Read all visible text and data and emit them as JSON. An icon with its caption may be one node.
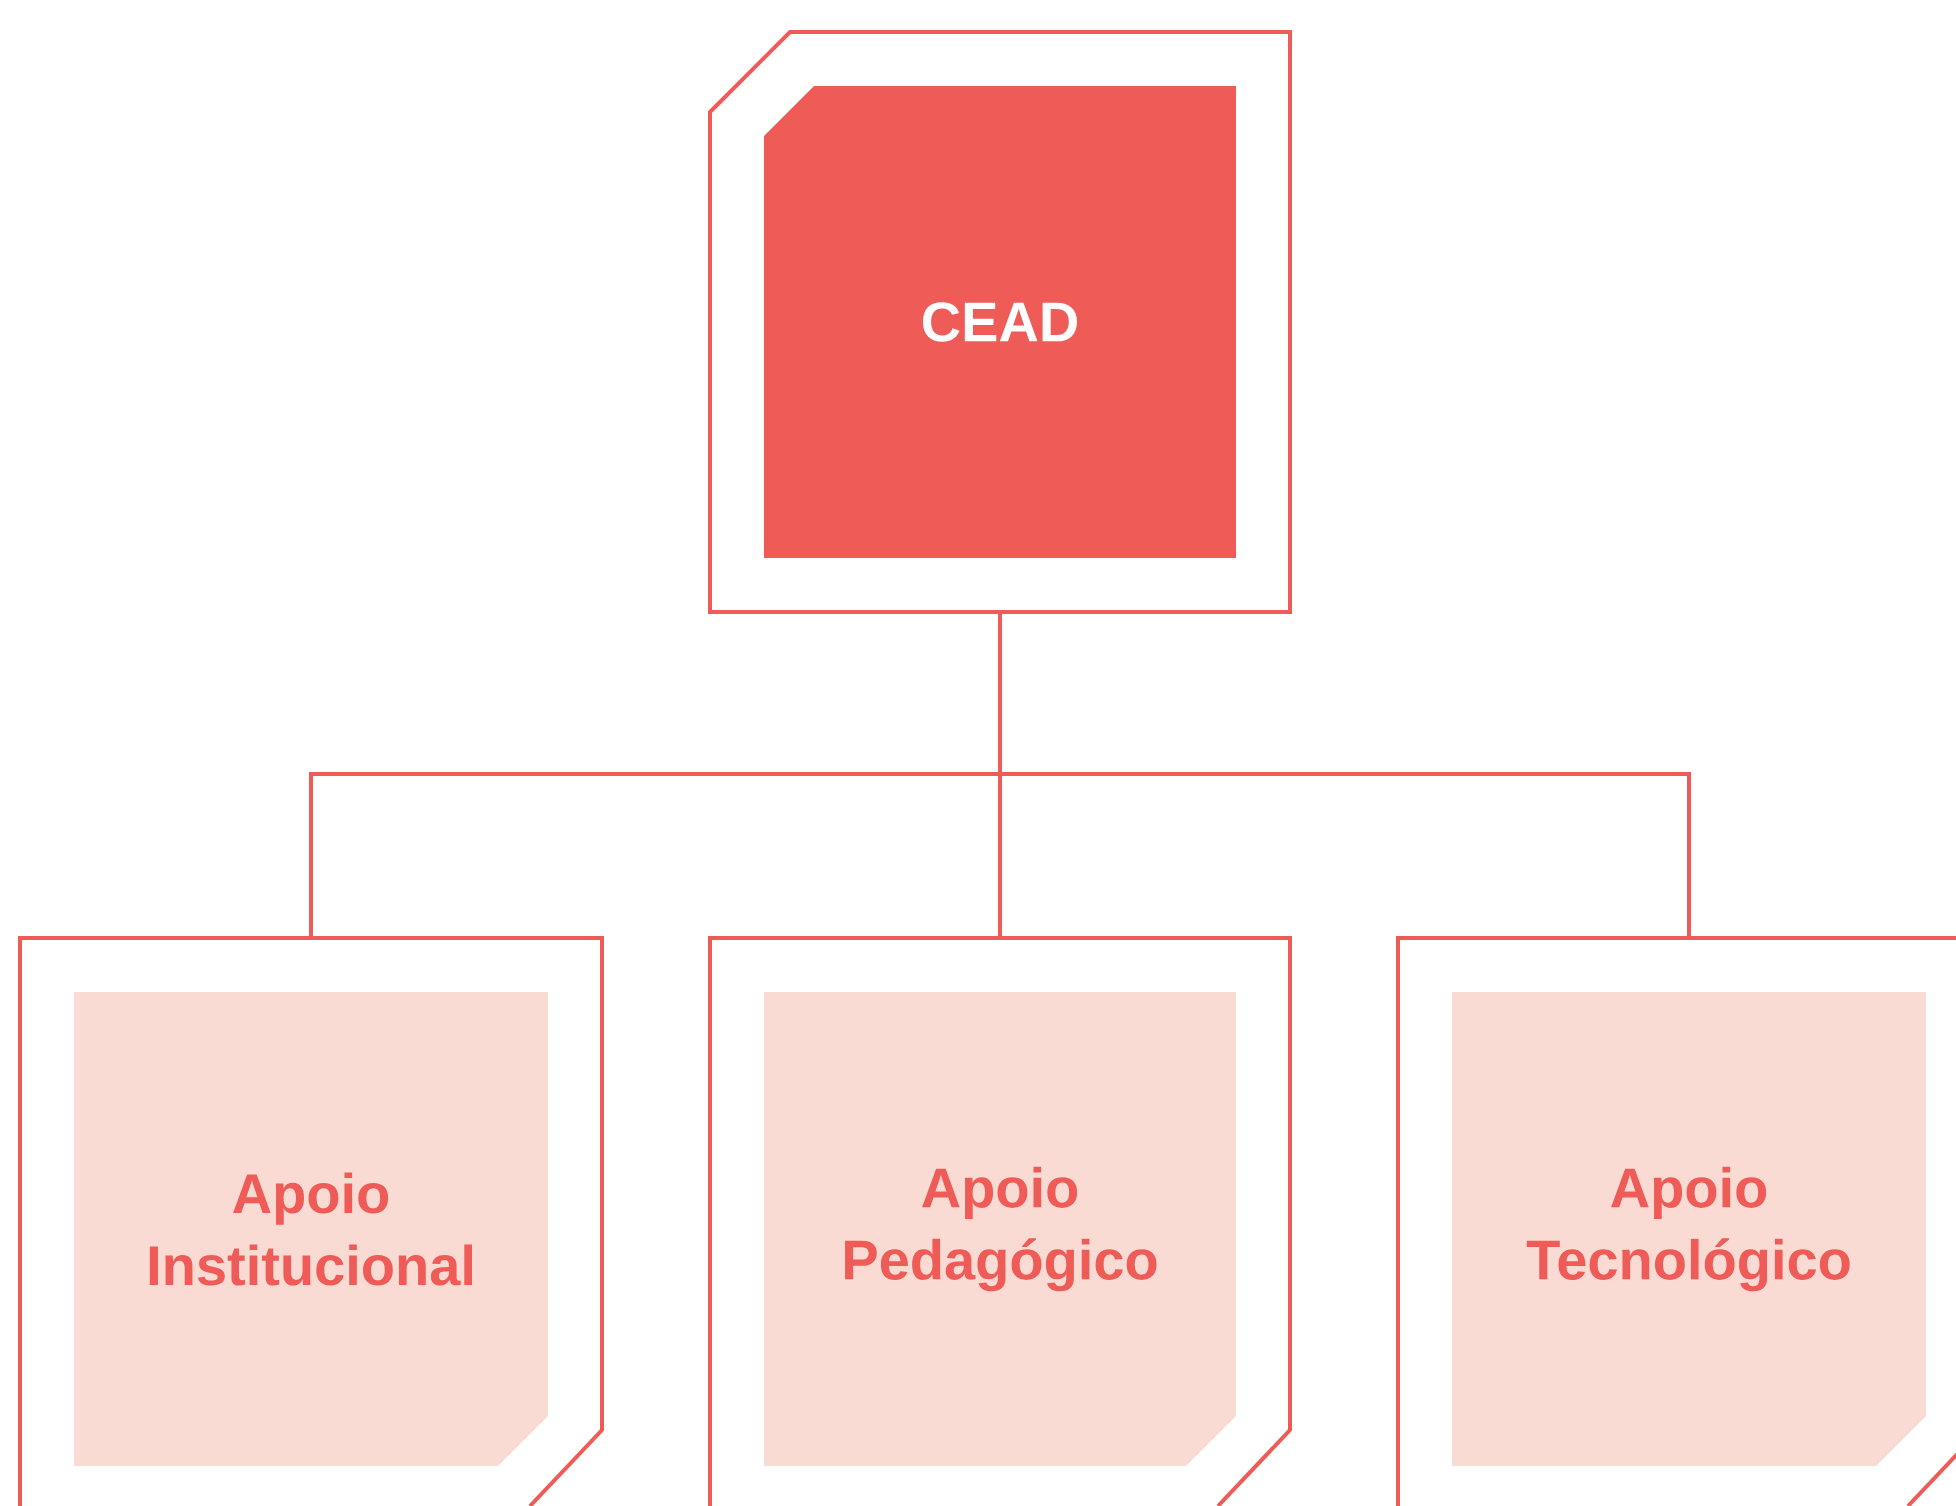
{
  "diagram": {
    "nodes": [
      {
        "text": [
          "CEAD"
        ]
      },
      {
        "text": [
          "Apoio Institucional"
        ]
      },
      {
        "text": [
          "Apoio Pedagógico"
        ]
      },
      {
        "text": [
          "Apoio Tecnológico"
        ]
      }
    ],
    "edges": [
      {
        "from": 0,
        "to": 1,
        "arrow": "none"
      },
      {
        "from": 0,
        "to": 2,
        "arrow": "none"
      },
      {
        "from": 0,
        "to": 3,
        "arrow": "none"
      }
    ]
  }
}
